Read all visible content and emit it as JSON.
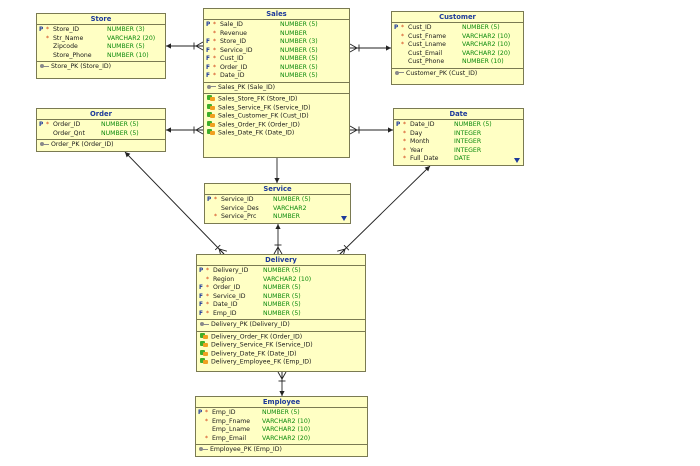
{
  "entities": {
    "store": {
      "title": "Store",
      "columns": [
        {
          "key": "P",
          "mand": "*",
          "name": "Store_ID",
          "type": "NUMBER (3)"
        },
        {
          "key": "",
          "mand": "*",
          "name": "Str_Name",
          "type": "VARCHAR2 (20)"
        },
        {
          "key": "",
          "mand": "",
          "name": "Zipcode",
          "type": "NUMBER (5)"
        },
        {
          "key": "",
          "mand": "",
          "name": "Store_Phone",
          "type": "NUMBER (10)"
        }
      ],
      "pk": "Store_PK (Store_ID)"
    },
    "sales": {
      "title": "Sales",
      "columns": [
        {
          "key": "P",
          "mand": "*",
          "name": "Sale_ID",
          "type": "NUMBER (5)"
        },
        {
          "key": "",
          "mand": "*",
          "name": "Revenue",
          "type": "NUMBER"
        },
        {
          "key": "F",
          "mand": "*",
          "name": "Store_ID",
          "type": "NUMBER (3)"
        },
        {
          "key": "F",
          "mand": "*",
          "name": "Service_ID",
          "type": "NUMBER (5)"
        },
        {
          "key": "F",
          "mand": "*",
          "name": "Cust_ID",
          "type": "NUMBER (5)"
        },
        {
          "key": "F",
          "mand": "*",
          "name": "Order_ID",
          "type": "NUMBER (5)"
        },
        {
          "key": "F",
          "mand": "*",
          "name": "Date_ID",
          "type": "NUMBER (5)"
        }
      ],
      "pk": "Sales_PK (Sale_ID)",
      "fks": [
        "Sales_Store_FK (Store_ID)",
        "Sales_Service_FK (Service_ID)",
        "Sales_Customer_FK (Cust_ID)",
        "Sales_Order_FK (Order_ID)",
        "Sales_Date_FK (Date_ID)"
      ]
    },
    "customer": {
      "title": "Customer",
      "columns": [
        {
          "key": "P",
          "mand": "*",
          "name": "Cust_ID",
          "type": "NUMBER (5)"
        },
        {
          "key": "",
          "mand": "*",
          "name": "Cust_Fname",
          "type": "VARCHAR2 (10)"
        },
        {
          "key": "",
          "mand": "*",
          "name": "Cust_Lname",
          "type": "VARCHAR2 (10)"
        },
        {
          "key": "",
          "mand": "",
          "name": "Cust_Email",
          "type": "VARCHAR2 (20)"
        },
        {
          "key": "",
          "mand": "",
          "name": "Cust_Phone",
          "type": "NUMBER (10)"
        }
      ],
      "pk": "Customer_PK (Cust_ID)"
    },
    "order": {
      "title": "Order",
      "columns": [
        {
          "key": "P",
          "mand": "*",
          "name": "Order_ID",
          "type": "NUMBER (5)"
        },
        {
          "key": "",
          "mand": "",
          "name": "Order_Qnt",
          "type": "NUMBER (5)"
        }
      ],
      "pk": "Order_PK (Order_ID)"
    },
    "date": {
      "title": "Date",
      "columns": [
        {
          "key": "P",
          "mand": "*",
          "name": "Date_ID",
          "type": "NUMBER (5)"
        },
        {
          "key": "",
          "mand": "*",
          "name": "Day",
          "type": "INTEGER"
        },
        {
          "key": "",
          "mand": "*",
          "name": "Month",
          "type": "INTEGER"
        },
        {
          "key": "",
          "mand": "*",
          "name": "Year",
          "type": "INTEGER"
        },
        {
          "key": "",
          "mand": "*",
          "name": "Full_Date",
          "type": "DATE"
        }
      ]
    },
    "service": {
      "title": "Service",
      "columns": [
        {
          "key": "P",
          "mand": "*",
          "name": "Service_ID",
          "type": "NUMBER (5)"
        },
        {
          "key": "",
          "mand": "",
          "name": "Service_Des",
          "type": "VARCHAR2"
        },
        {
          "key": "",
          "mand": "*",
          "name": "Service_Prc",
          "type": "NUMBER"
        }
      ]
    },
    "delivery": {
      "title": "Delivery",
      "columns": [
        {
          "key": "P",
          "mand": "*",
          "name": "Delivery_ID",
          "type": "NUMBER (5)"
        },
        {
          "key": "",
          "mand": "*",
          "name": "Region",
          "type": "VARCHAR2 (10)"
        },
        {
          "key": "F",
          "mand": "*",
          "name": "Order_ID",
          "type": "NUMBER (5)"
        },
        {
          "key": "F",
          "mand": "*",
          "name": "Service_ID",
          "type": "NUMBER (5)"
        },
        {
          "key": "F",
          "mand": "*",
          "name": "Date_ID",
          "type": "NUMBER (5)"
        },
        {
          "key": "F",
          "mand": "*",
          "name": "Emp_ID",
          "type": "NUMBER (5)"
        }
      ],
      "pk": "Delivery_PK (Delivery_ID)",
      "fks": [
        "Delivery_Order_FK (Order_ID)",
        "Delivery_Service_FK (Service_ID)",
        "Delivery_Date_FK (Date_ID)",
        "Delivery_Employee_FK (Emp_ID)"
      ]
    },
    "employee": {
      "title": "Employee",
      "columns": [
        {
          "key": "P",
          "mand": "*",
          "name": "Emp_ID",
          "type": "NUMBER (5)"
        },
        {
          "key": "",
          "mand": "*",
          "name": "Emp_Fname",
          "type": "VARCHAR2 (10)"
        },
        {
          "key": "",
          "mand": "",
          "name": "Emp_Lname",
          "type": "VARCHAR2 (10)"
        },
        {
          "key": "",
          "mand": "*",
          "name": "Emp_Email",
          "type": "VARCHAR2 (20)"
        }
      ],
      "pk": "Employee_PK (Emp_ID)"
    }
  },
  "colors": {
    "entity_fill": "#ffffc4",
    "title_text": "#1e3a9a",
    "datatype_text": "#0c8a0c",
    "mandatory_marker": "#d03a10",
    "connector": "#222222"
  }
}
